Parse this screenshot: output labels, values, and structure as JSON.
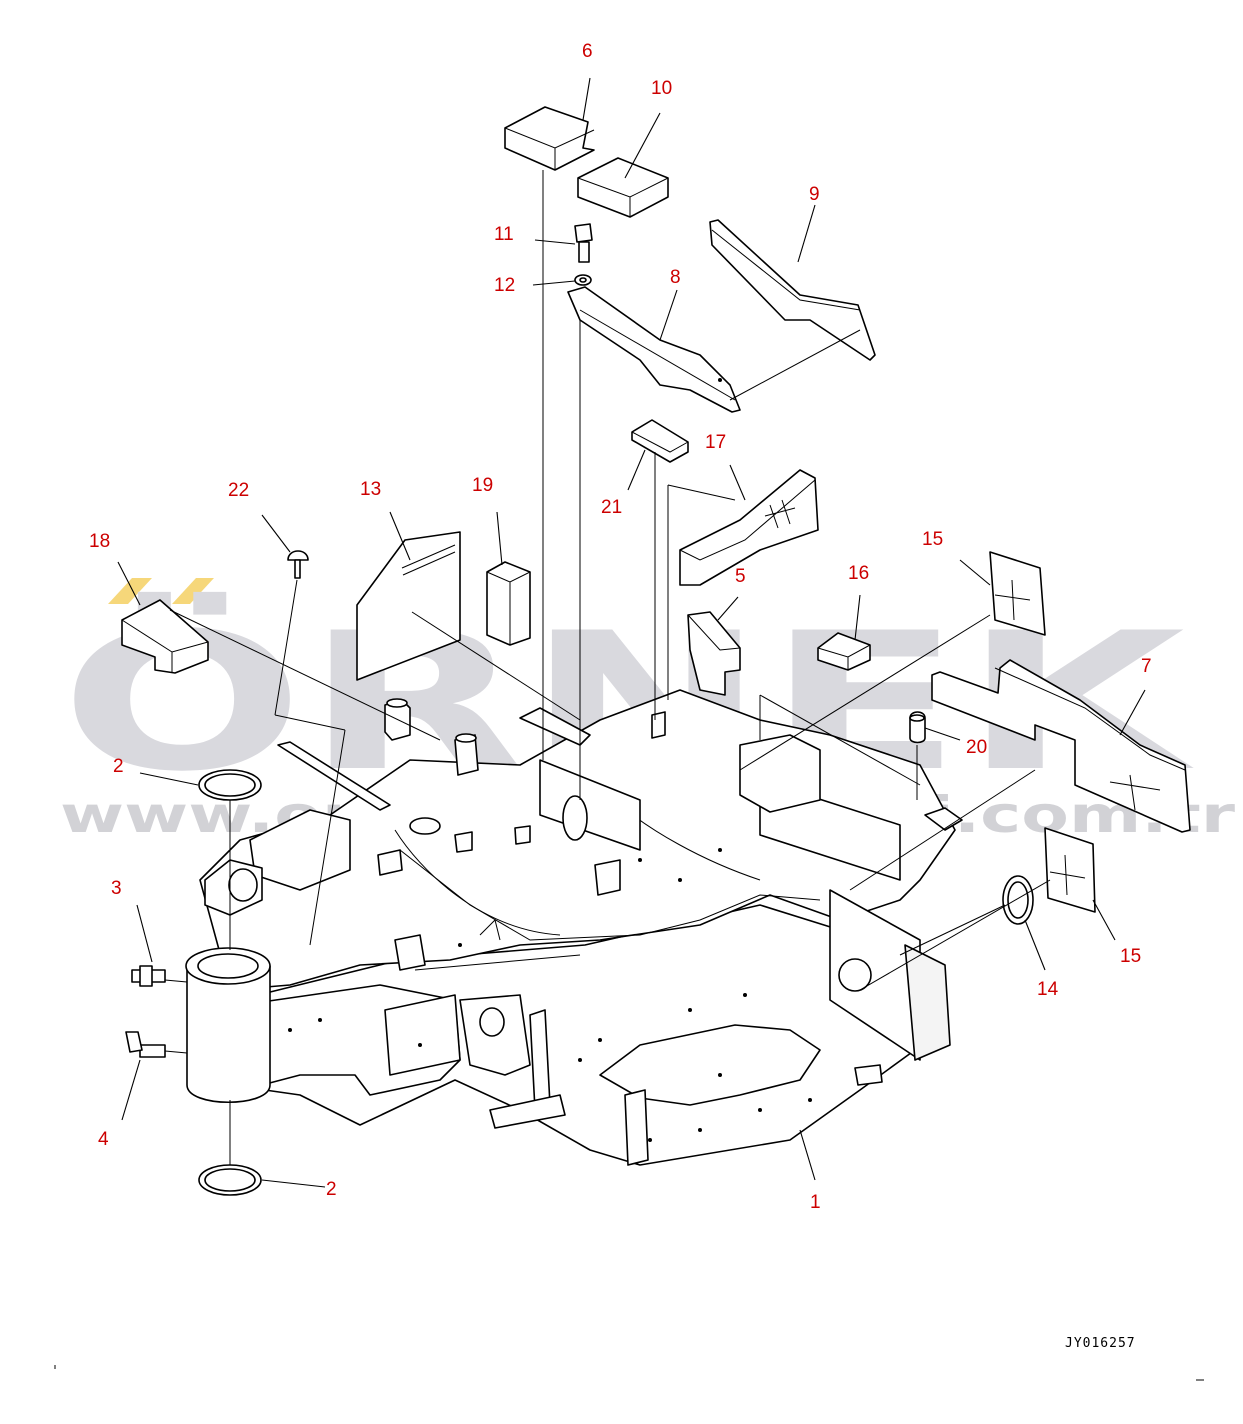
{
  "colors": {
    "callout": "#cc0000",
    "line": "#000000",
    "watermark": "#d9d9de",
    "watermark_accent": "#f6d77a"
  },
  "watermark": {
    "brand": "ÖRNEK",
    "url": "www.orneksmakinalari.com.tr"
  },
  "drawing_code": "JY016257",
  "callouts": [
    {
      "id": "c6",
      "label": "6"
    },
    {
      "id": "c10",
      "label": "10"
    },
    {
      "id": "c9",
      "label": "9"
    },
    {
      "id": "c11",
      "label": "11"
    },
    {
      "id": "c12",
      "label": "12"
    },
    {
      "id": "c8",
      "label": "8"
    },
    {
      "id": "c17",
      "label": "17"
    },
    {
      "id": "c21",
      "label": "21"
    },
    {
      "id": "c22",
      "label": "22"
    },
    {
      "id": "c13",
      "label": "13"
    },
    {
      "id": "c19",
      "label": "19"
    },
    {
      "id": "c18",
      "label": "18"
    },
    {
      "id": "c5",
      "label": "5"
    },
    {
      "id": "c16",
      "label": "16"
    },
    {
      "id": "c15a",
      "label": "15"
    },
    {
      "id": "c7",
      "label": "7"
    },
    {
      "id": "c20",
      "label": "20"
    },
    {
      "id": "c2a",
      "label": "2"
    },
    {
      "id": "c3",
      "label": "3"
    },
    {
      "id": "c14",
      "label": "14"
    },
    {
      "id": "c15b",
      "label": "15"
    },
    {
      "id": "c4",
      "label": "4"
    },
    {
      "id": "c2b",
      "label": "2"
    },
    {
      "id": "c1",
      "label": "1"
    }
  ]
}
